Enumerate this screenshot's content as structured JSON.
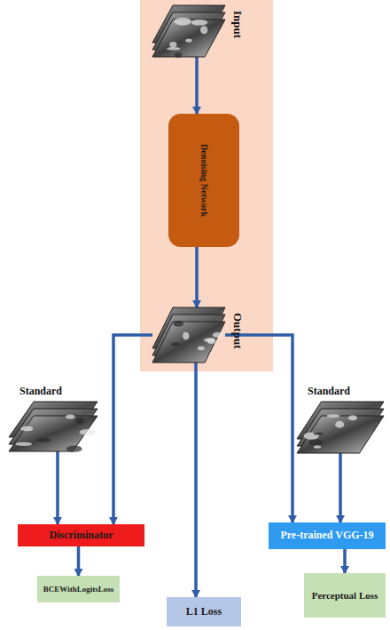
{
  "diagram": {
    "nodes": [
      {
        "text": [
          "Input"
        ]
      },
      {
        "text": [
          "Denoising Network"
        ]
      },
      {
        "text": [
          "Output"
        ]
      },
      {
        "text": [
          "Standard"
        ]
      },
      {
        "text": [
          "Discriminator"
        ]
      },
      {
        "text": [
          "BCEWithLogitsLoss"
        ]
      },
      {
        "text": [
          "L1 Loss"
        ]
      },
      {
        "text": [
          "Standard"
        ]
      },
      {
        "text": [
          "Pre-trained VGG-19"
        ]
      },
      {
        "text": [
          "Perceptual Loss"
        ]
      }
    ],
    "edges": [
      {
        "from": 0,
        "to": 1,
        "arrow": "to"
      },
      {
        "from": 1,
        "to": 2,
        "arrow": "to"
      },
      {
        "from": 2,
        "to": 4,
        "arrow": "to"
      },
      {
        "from": 3,
        "to": 4,
        "arrow": "to"
      },
      {
        "from": 4,
        "to": 5,
        "arrow": "to"
      },
      {
        "from": 2,
        "to": 6,
        "arrow": "to"
      },
      {
        "from": 2,
        "to": 8,
        "arrow": "to"
      },
      {
        "from": 7,
        "to": 8,
        "arrow": "to"
      },
      {
        "from": 8,
        "to": 9,
        "arrow": "to"
      }
    ]
  }
}
